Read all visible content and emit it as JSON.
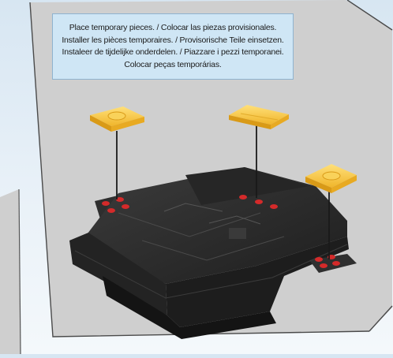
{
  "instructions": {
    "line1": "Place temporary pieces. / Colocar las piezas provisionales.",
    "line2": "Installer les pièces temporaires. / Provisorische Teile einsetzen.",
    "line3": "Instaleer de tijdelijke onderdelen. / Piazzare i pezzi temporanei.",
    "line4": "Colocar peças temporárias."
  },
  "colors": {
    "panel_fill": "#cfcfcf",
    "panel_border": "#555555",
    "instruction_fill": "#cfe6f5",
    "instruction_border": "#8fb3cf",
    "temp_piece": "#f5c13a",
    "model_body": "#2b2b2b",
    "stud_red": "#d42a2a",
    "leader_line": "#1a1a1a"
  },
  "icons": {
    "temp_piece_left": "yellow-2x2-plate-icon",
    "temp_piece_center": "yellow-1x4-plate-icon",
    "temp_piece_right": "yellow-2x2-plate-icon",
    "model": "black-baseplate-assembly-icon"
  }
}
